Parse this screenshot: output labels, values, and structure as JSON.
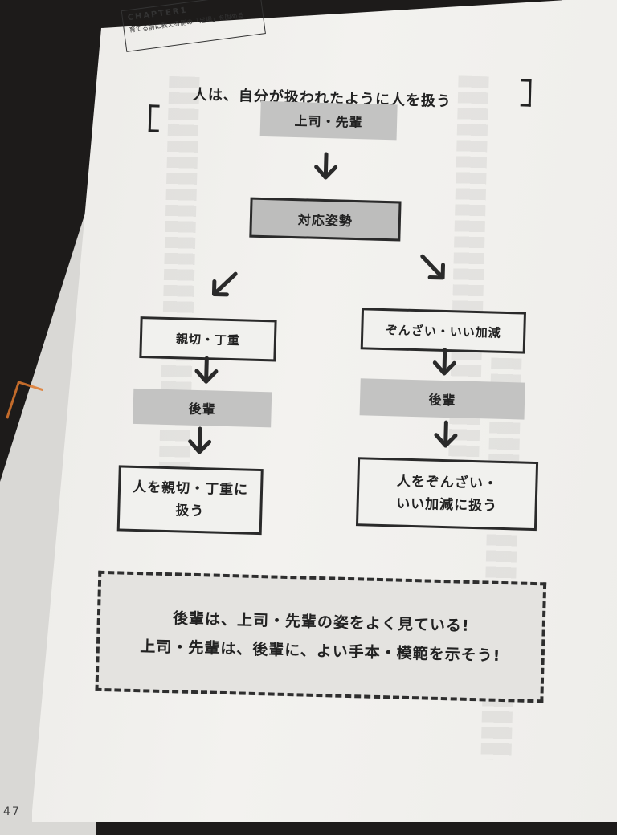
{
  "chapter": {
    "label": "CHAPTER1",
    "subtitle": "育てる前に教える側の「足場」を固める"
  },
  "title": "人は、自分が扱われたように人を扱う",
  "flow": {
    "top": "上司・先輩",
    "middle": "対応姿勢",
    "left": {
      "attitude": "親切・丁重",
      "junior": "後輩",
      "result_line1": "人を親切・丁重に",
      "result_line2": "扱う"
    },
    "right": {
      "attitude": "ぞんざい・いい加減",
      "junior": "後輩",
      "result_line1": "人をぞんざい・",
      "result_line2": "いい加減に扱う"
    }
  },
  "summary": {
    "line1": "後輩は、上司・先輩の姿をよく見ている!",
    "line2": "上司・先輩は、後輩に、よい手本・模範を示そう!"
  },
  "page_number": "47"
}
